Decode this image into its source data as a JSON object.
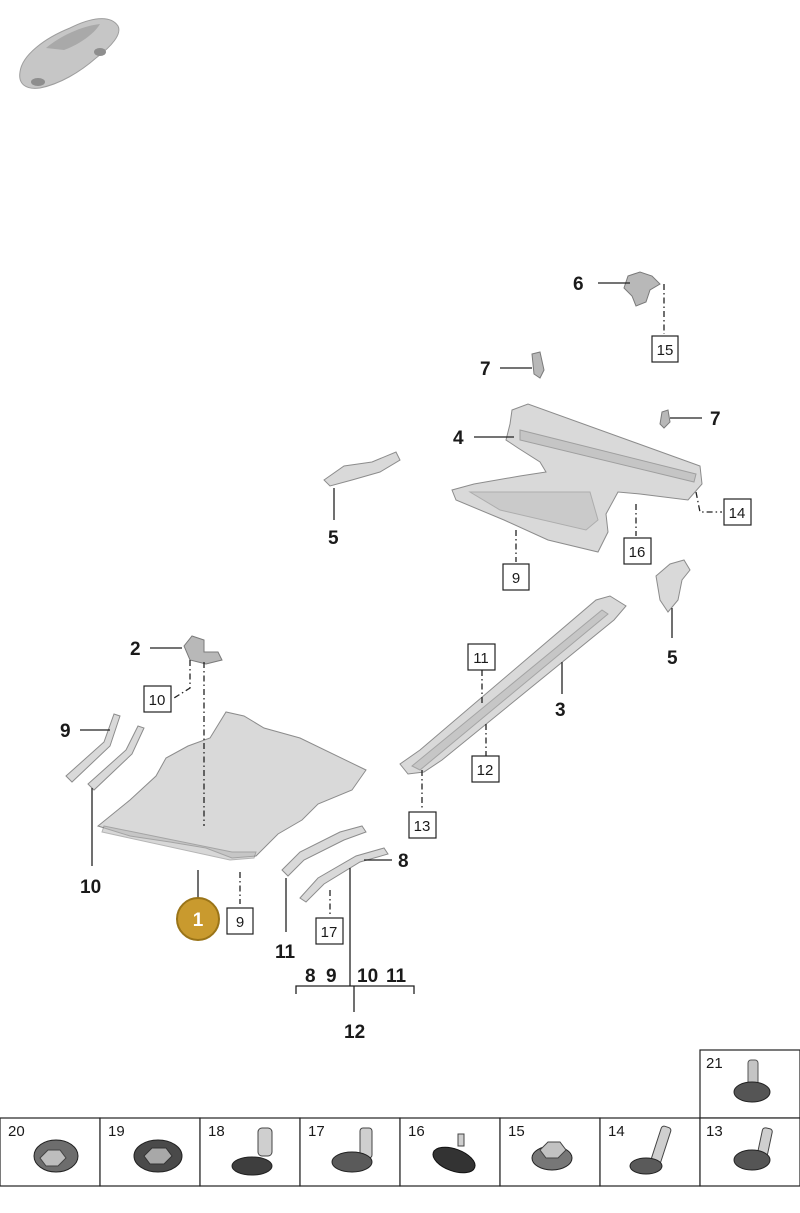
{
  "callouts": {
    "c1": "1",
    "c2": "2",
    "c3": "3",
    "c4": "4",
    "c5a": "5",
    "c5b": "5",
    "c6": "6",
    "c7a": "7",
    "c7b": "7",
    "c8": "8",
    "c9": "9",
    "c10": "10",
    "c11": "11",
    "c12": "12"
  },
  "boxed_refs": {
    "b15": "15",
    "b14": "14",
    "b16": "16",
    "b9_upper": "9",
    "b11": "11",
    "b12": "12",
    "b13": "13",
    "b10": "10",
    "b9_lower": "9",
    "b17": "17"
  },
  "group_12": {
    "items": [
      "8",
      "9",
      "10",
      "11"
    ]
  },
  "fastener_table": {
    "top_cell": "21",
    "cells": [
      "20",
      "19",
      "18",
      "17",
      "16",
      "15",
      "14",
      "13"
    ]
  },
  "colors": {
    "highlight_fill": "#c99a2e",
    "highlight_stroke": "#9a7418",
    "part_grey": "#d9d9d9"
  }
}
